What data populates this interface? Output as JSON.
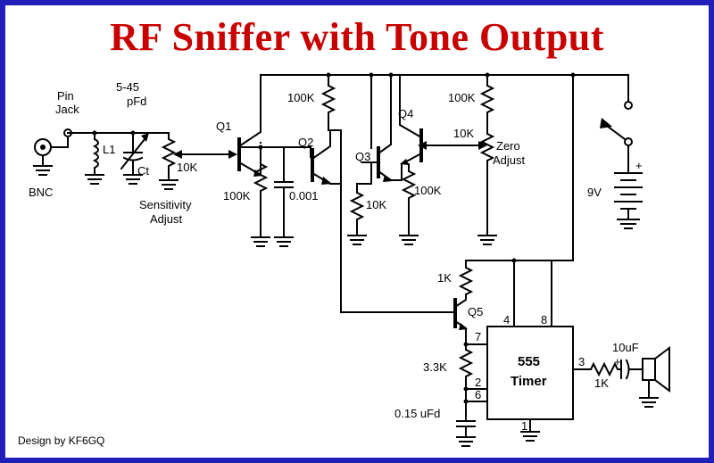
{
  "title": "RF Sniffer with Tone Output",
  "labels": {
    "pin_jack_1": "Pin",
    "pin_jack_2": "Jack",
    "bnc": "BNC",
    "l1": "L1",
    "cap_range_1": "5-45",
    "cap_range_2": "pFd",
    "ct": "Ct",
    "pot_sens": "10K",
    "sens_1": "Sensitivity",
    "sens_2": "Adjust",
    "q1": "Q1",
    "q2": "Q2",
    "q3": "Q3",
    "q4": "Q4",
    "q5": "Q5",
    "r_q1": "100K",
    "c_q1": "0.001",
    "r_top1": "100K",
    "r_q3": "10K",
    "r_q4": "100K",
    "r_top2": "100K",
    "pot_zero": "10K",
    "zero_1": "Zero",
    "zero_2": "Adjust",
    "battery": "9V",
    "battery_plus": "+",
    "r_q5": "1K",
    "r_timing": "3.3K",
    "c_timing": "0.15 uFd",
    "timer_1": "555",
    "timer_2": "Timer",
    "pin_4": "4",
    "pin_8": "8",
    "pin_7": "7",
    "pin_2": "2",
    "pin_6": "6",
    "pin_1": "1",
    "pin_3": "3",
    "r_out": "1K",
    "c_out": "10uF",
    "c_out_plus": "+",
    "credit": "Design by KF6GQ"
  }
}
